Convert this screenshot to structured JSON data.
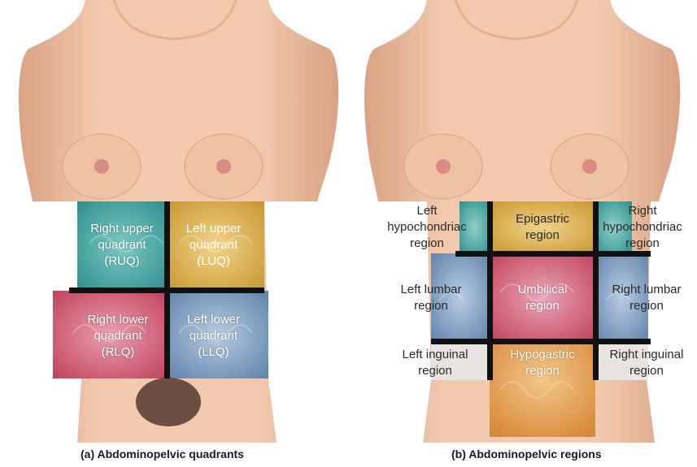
{
  "panel_a": {
    "caption": "(a) Abdominopelvic quadrants",
    "quadrants": {
      "ruq": [
        "Right upper",
        "quadrant",
        "(RUQ)"
      ],
      "luq": [
        "Left upper",
        "quadrant",
        "(LUQ)"
      ],
      "rlq": [
        "Right lower",
        "quadrant",
        "(RLQ)"
      ],
      "llq": [
        "Left lower",
        "quadrant",
        "(LLQ)"
      ]
    }
  },
  "panel_b": {
    "caption": "(b) Abdominopelvic regions",
    "regions": {
      "left_hypochondriac": [
        "Left",
        "hypochondriac",
        "region"
      ],
      "epigastric": [
        "Epigastric",
        "region"
      ],
      "right_hypochondriac": [
        "Right",
        "hypochondriac",
        "region"
      ],
      "left_lumbar": [
        "Left lumbar",
        "region"
      ],
      "umbilical": [
        "Umbilical",
        "region"
      ],
      "right_lumbar": [
        "Right lumbar",
        "region"
      ],
      "left_inguinal": [
        "Left inguinal",
        "region"
      ],
      "hypogastric": [
        "Hypogastric",
        "region"
      ],
      "right_inguinal": [
        "Right inguinal",
        "region"
      ]
    }
  },
  "colors": {
    "skin": "#efc3a6",
    "skin_shade": "#d9a283",
    "teal": "#3fa9a6",
    "gold": "#e0b24a",
    "pink": "#d9566e",
    "blue": "#6d8fb5",
    "orange": "#e09a45",
    "divider": "#111111"
  }
}
